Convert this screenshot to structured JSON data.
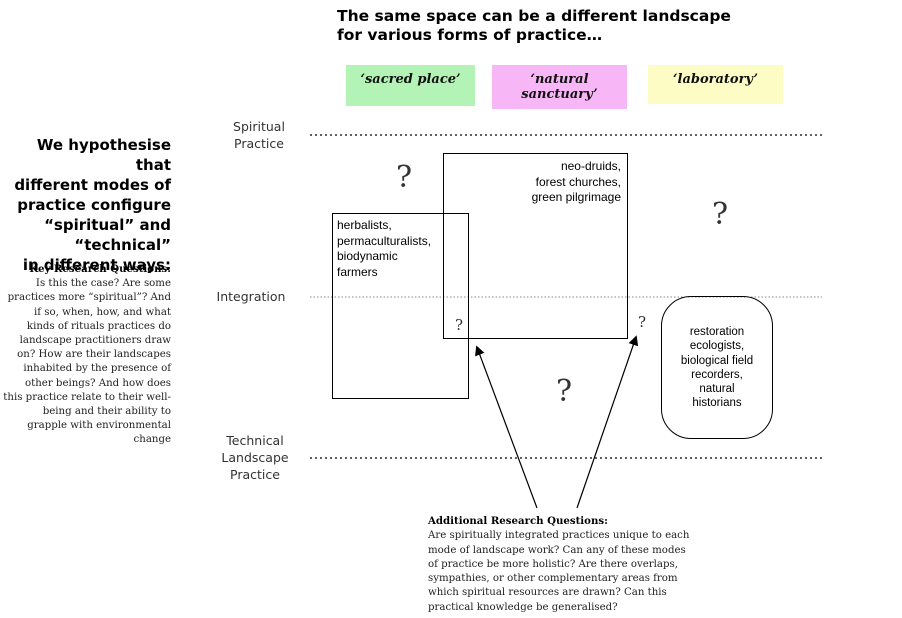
{
  "title_line1": "The same space can be a different landscape",
  "title_line2": "for various forms of practice…",
  "labels": {
    "sacred": {
      "text": "‘sacred place’",
      "color": "#b3f3b5"
    },
    "natural": {
      "text": "‘natural sanctuary’",
      "color": "#f7b6f5"
    },
    "lab": {
      "text": "‘laboratory’",
      "color": "#fdfcc4"
    }
  },
  "hypothesis": {
    "line1": "We hypothesise that",
    "line2": "different modes of",
    "line3": "practice configure",
    "line4": "“spiritual” and",
    "line5": "“technical”",
    "line6": "in different ways:"
  },
  "key_questions": {
    "heading": "Key Research Questions:",
    "lines": [
      "Is this the case? Are some",
      "practices more “spiritual”? And",
      "if so, when, how, and what",
      "kinds of rituals practices do",
      "landscape practitioners draw",
      "on? How are their landscapes",
      "inhabited by the presence of",
      "other beings? And how does",
      "this practice relate to their well-",
      "being and their ability to",
      "grapple with environmental",
      "change"
    ]
  },
  "axis": {
    "spiritual_1": "Spiritual",
    "spiritual_2": "Practice",
    "integration": "Integration",
    "technical_1": "Technical",
    "technical_2": "Landscape",
    "technical_3": "Practice"
  },
  "boxes": {
    "druids": [
      "neo-druids,",
      "forest churches,",
      "green pilgrimage"
    ],
    "herbalists": [
      "herbalists,",
      "permaculturalists,",
      "biodynamic",
      "farmers"
    ],
    "ecologists": [
      "restoration",
      "ecologists,",
      "biological field",
      "recorders,",
      "natural",
      "historians"
    ]
  },
  "qmarks": {
    "q": "?"
  },
  "additional_questions": {
    "heading": "Additional Research Questions:",
    "lines": [
      "Are spiritually integrated practices unique to each",
      "mode of landscape work? Can any of these modes",
      "of practice be more holistic? Are there overlaps,",
      "sympathies, or other complementary areas from",
      "which spiritual resources are drawn? Can this",
      "practical knowledge be generalised?"
    ]
  }
}
